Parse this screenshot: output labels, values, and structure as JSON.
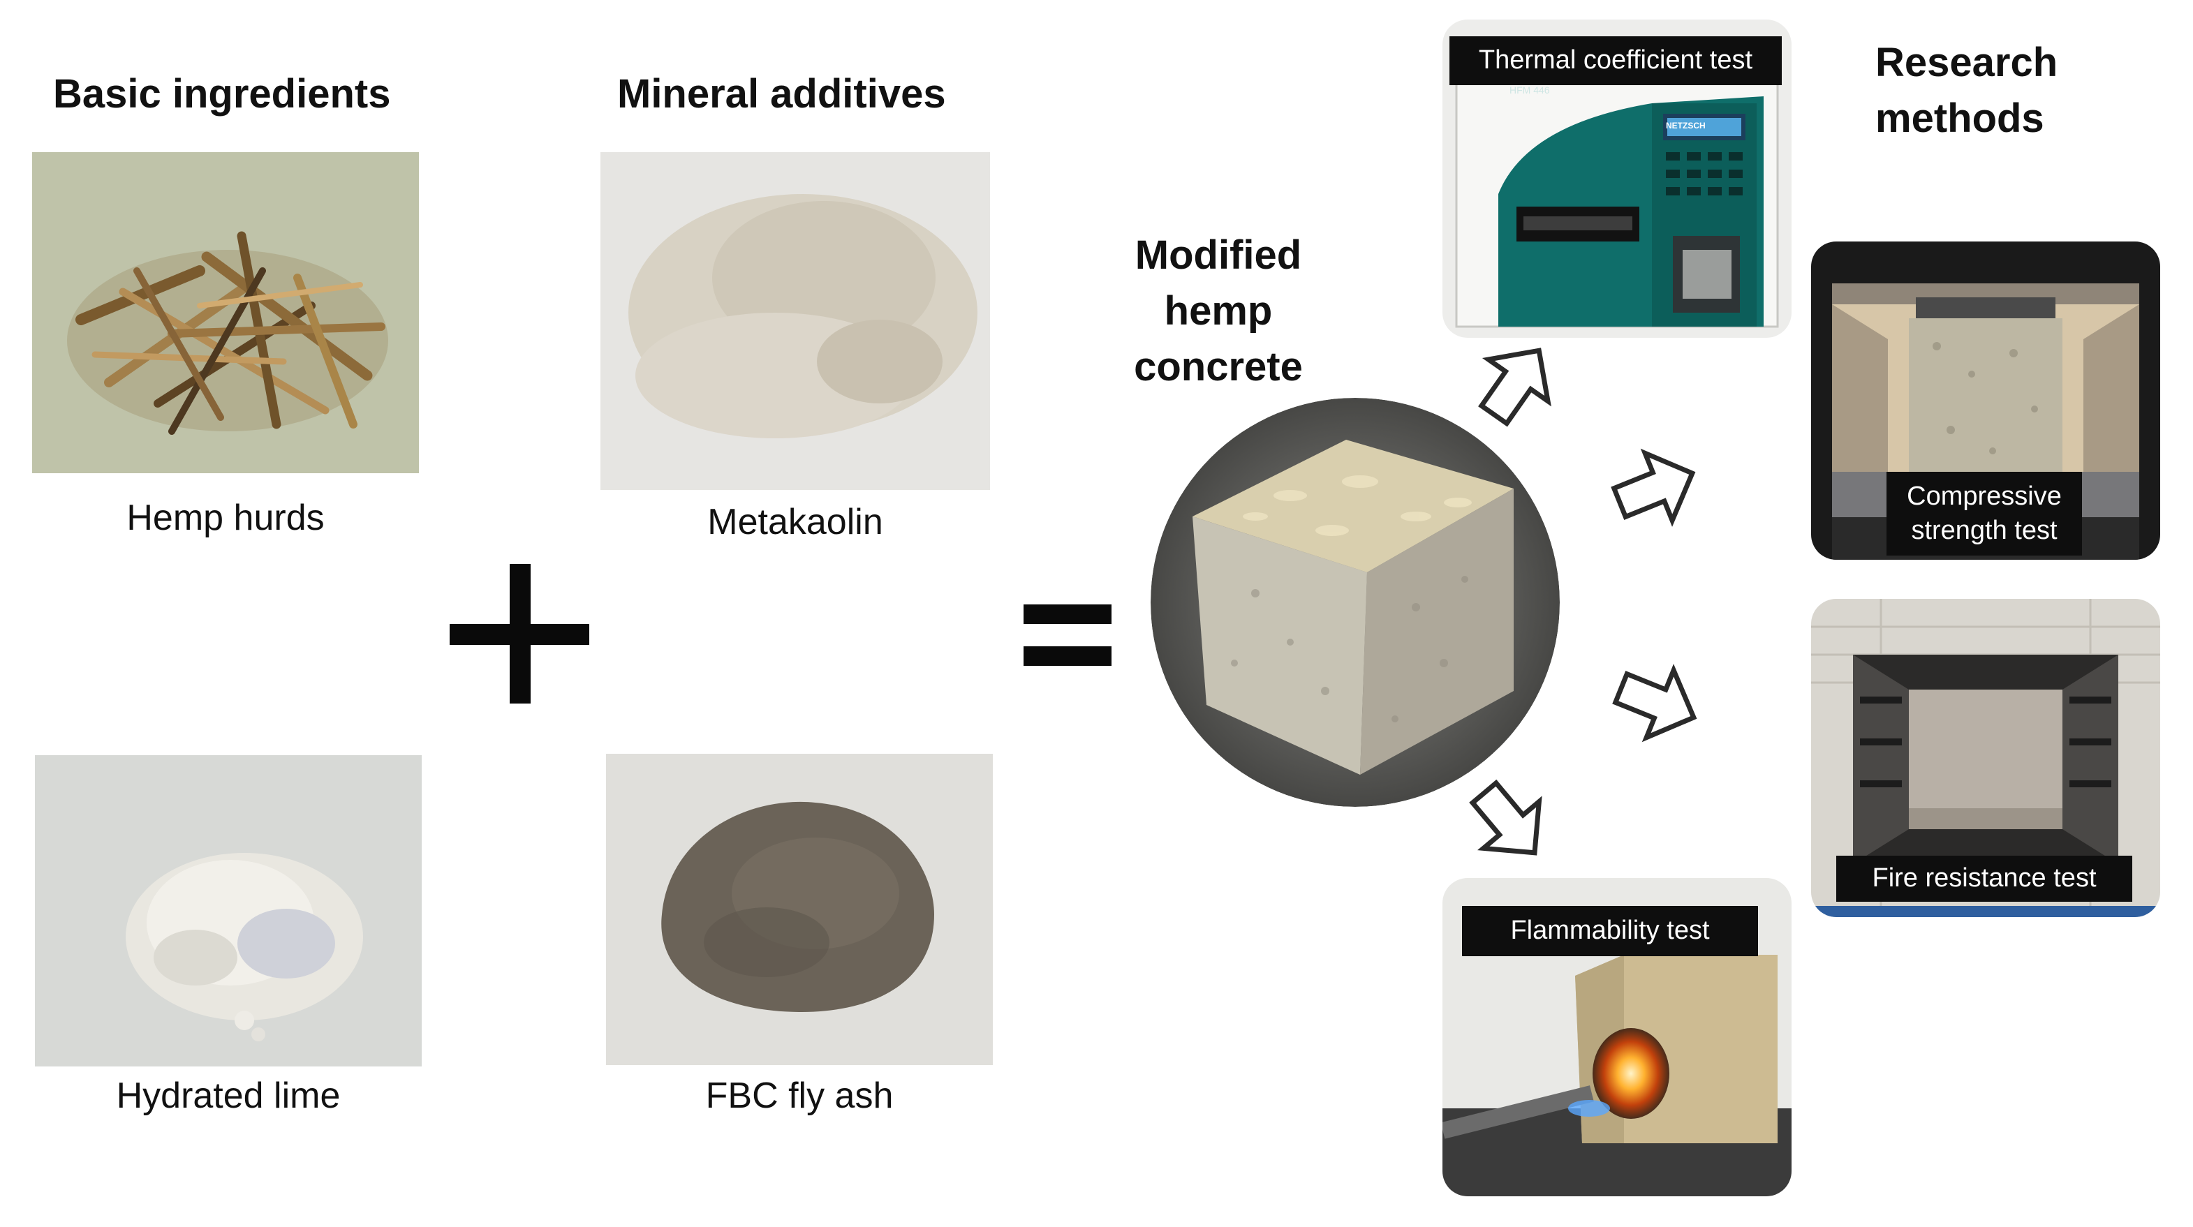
{
  "headings": {
    "basic": "Basic ingredients",
    "mineral": "Mineral additives",
    "product": [
      "Modified",
      "hemp",
      "concrete"
    ],
    "research": [
      "Research",
      "methods"
    ]
  },
  "ingredients": {
    "hemp": "Hemp hurds",
    "metakaolin": "Metakaolin",
    "lime": "Hydrated lime",
    "ash": "FBC fly ash"
  },
  "operators": {
    "plus": "+",
    "equals": "="
  },
  "tests": {
    "thermal": "Thermal coefficient test",
    "compressive": [
      "Compressive",
      "strength test"
    ],
    "fire": "Fire resistance test",
    "flammability": "Flammability test"
  },
  "device": {
    "brand": "NETZSCH",
    "model": "HFM 446"
  },
  "colors": {
    "device_teal": "#0f6e6a",
    "label_bg": "#0e0e0e",
    "hemp": "#8a6b3e",
    "concrete": "#c9bc96",
    "ash": "#6b6358"
  }
}
